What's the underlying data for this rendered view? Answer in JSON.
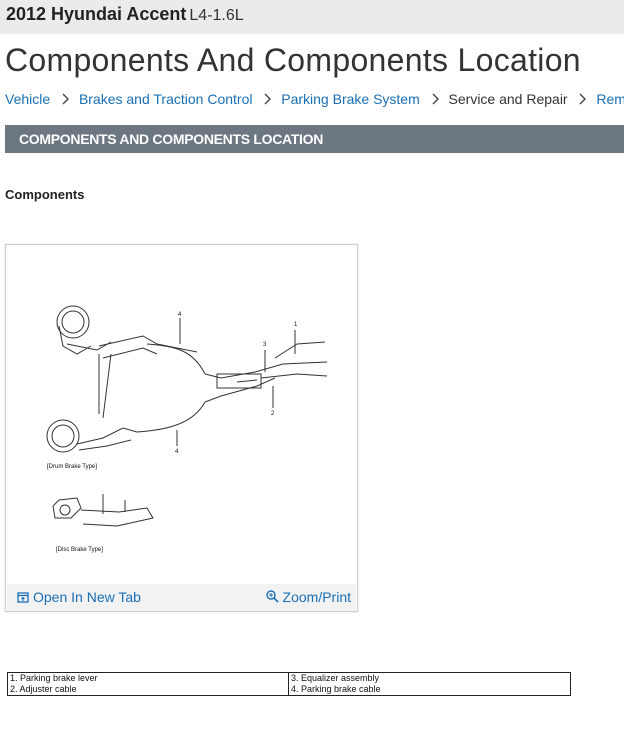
{
  "header": {
    "vehicle": "2012 Hyundai Accent",
    "engine": "L4-1.6L"
  },
  "page_title": "Components And Components Location",
  "breadcrumb": [
    {
      "label": "Vehicle"
    },
    {
      "label": "Brakes and Traction Control"
    },
    {
      "label": "Parking Brake System"
    },
    {
      "label": "Service and Repair"
    },
    {
      "label": "Removal and Installation"
    }
  ],
  "section_title": "COMPONENTS AND COMPONENTS LOCATION",
  "subheading": "Components",
  "figure": {
    "callouts": {
      "c1": "1",
      "c2": "2",
      "c3": "3",
      "c4a": "4",
      "c4b": "4"
    },
    "caption_drum": "[Drum Brake Type]",
    "caption_disc": "[Disc Brake Type]",
    "open_tab_label": "Open In New Tab",
    "zoom_label": "Zoom/Print"
  },
  "legend": [
    [
      "1. Parking brake lever",
      "3. Equalizer assembly"
    ],
    [
      "2. Adjuster cable",
      "4. Parking brake cable"
    ]
  ],
  "colors": {
    "link": "#1a6fb5",
    "section_bar": "#6c7782",
    "header_bg": "#ebebeb"
  }
}
